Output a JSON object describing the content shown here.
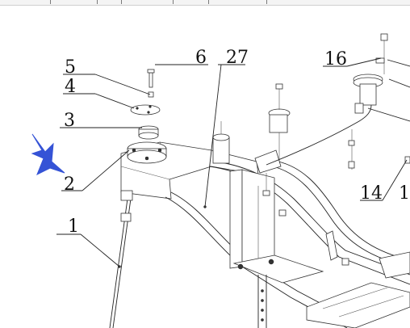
{
  "diagram": {
    "arrow_color": "#3553d6",
    "line_color": "#222222",
    "callouts": [
      "1",
      "2",
      "3",
      "4",
      "5",
      "6",
      "27",
      "16",
      "14",
      "1"
    ]
  }
}
